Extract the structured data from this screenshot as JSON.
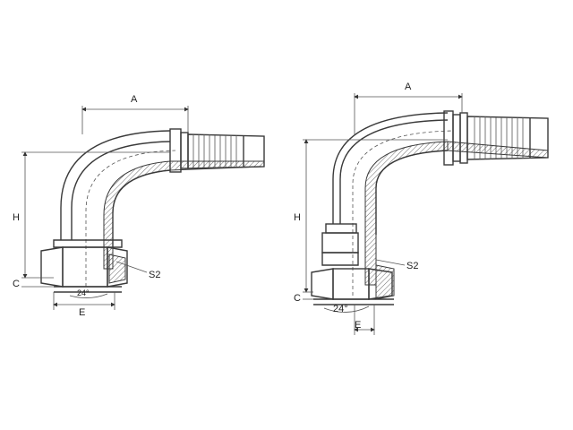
{
  "left_fitting": {
    "dim_a": "A",
    "dim_h": "H",
    "dim_c": "C",
    "dim_e": "E",
    "seal": "S2",
    "angle": "24°"
  },
  "right_fitting": {
    "dim_a": "A",
    "dim_h": "H",
    "dim_c": "C",
    "dim_e": "E",
    "seal": "S2",
    "angle": "24°"
  }
}
